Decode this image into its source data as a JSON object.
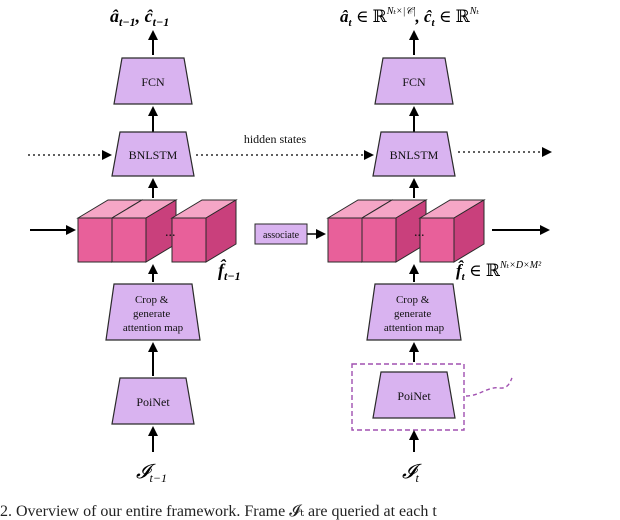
{
  "diagram": {
    "colors": {
      "block_fill": "#d9b3f0",
      "block_stroke": "#2a2a2a",
      "feature_front": "#e8609a",
      "feature_top": "#f5a6c6",
      "feature_side": "#c9407c",
      "dashed_box": "#a050b0",
      "arrow": "#000000"
    },
    "left": {
      "fcn_label": "FCN",
      "bnlstm_label": "BNLSTM",
      "crop_label_lines": [
        "Crop &",
        "generate",
        "attention map"
      ],
      "poinet_label": "PoiNet",
      "input_label": "𝓘",
      "input_sub": "t−1",
      "output_label": "â",
      "output_sub": "t−1",
      "output_label2": "ĉ",
      "output_sub2": "t−1",
      "feature_label": "f̂",
      "feature_sub": "t−1",
      "dots": "..."
    },
    "right": {
      "fcn_label": "FCN",
      "bnlstm_label": "BNLSTM",
      "crop_label_lines": [
        "Crop &",
        "generate",
        "attention map"
      ],
      "poinet_label": "PoiNet",
      "input_label": "𝓘",
      "input_sub": "t",
      "output_a": "â",
      "output_a_sub": "t",
      "output_a_in": " ∈ ℝ",
      "output_a_sup": "Nₜ×|𝒞|",
      "output_c": ", ĉ",
      "output_c_sub": "t",
      "output_c_in": " ∈ ℝ",
      "output_c_sup": "Nₜ",
      "feature_label": "f̂",
      "feature_sub": "t",
      "feature_in": " ∈ ℝ",
      "feature_sup": "Nₜ×D×M²",
      "dots": "..."
    },
    "hidden_states_label": "hidden states",
    "associate_label": "associate"
  },
  "caption": "2.   Overview of our entire framework. Frame 𝓘ₜ are queried at each t"
}
